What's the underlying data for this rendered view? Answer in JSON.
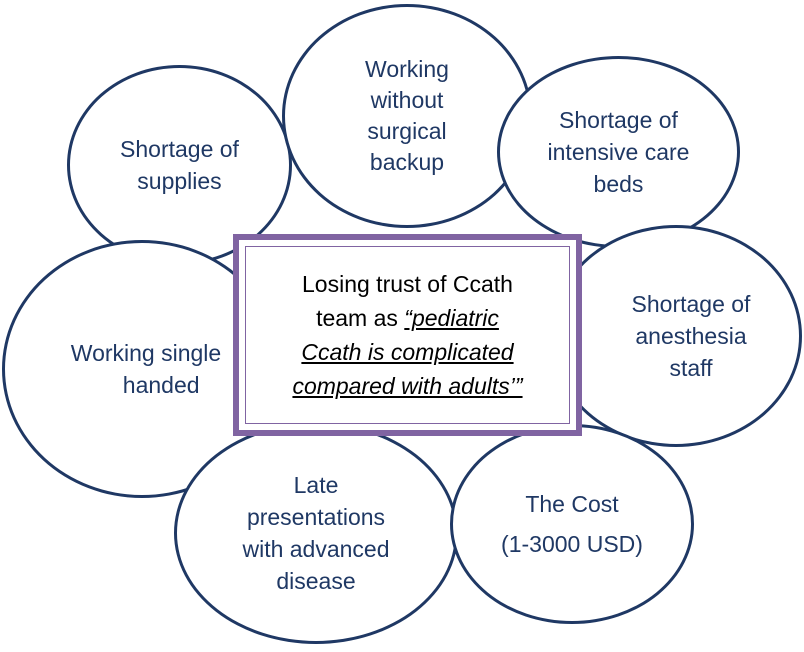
{
  "center": {
    "line1": "Losing trust of Ccath",
    "line2_prefix": "team as ",
    "line2_quote": "“pediatric",
    "line3": "Ccath is complicated",
    "line4": "compared with adults’”"
  },
  "nodes": {
    "supplies": [
      "Shortage of",
      "supplies"
    ],
    "surgical": [
      "Working",
      "without",
      "surgical",
      "backup"
    ],
    "icu": [
      "Shortage of",
      "intensive care",
      "beds"
    ],
    "anesthesia": [
      "Shortage of",
      "anesthesia",
      "staff"
    ],
    "single": [
      "Working single",
      "handed"
    ],
    "late": [
      "Late",
      "presentations",
      "with advanced",
      "disease"
    ],
    "cost": [
      "The Cost",
      "(1-3000 USD)"
    ]
  },
  "colors": {
    "ellipse_border": "#1f3864",
    "ellipse_text": "#1f3864",
    "center_border": "#8064a2"
  }
}
